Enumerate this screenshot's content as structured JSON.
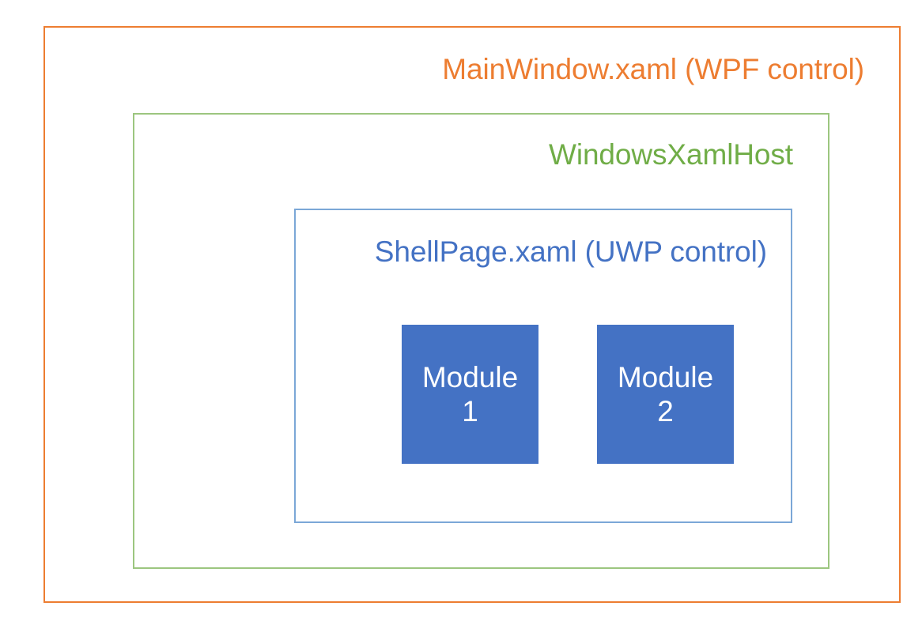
{
  "diagram": {
    "type": "nested-containers",
    "background_color": "#FFFFFF",
    "outer": {
      "label": "MainWindow.xaml (WPF control)",
      "border_color": "#ED7D31",
      "text_color": "#ED7D31"
    },
    "middle": {
      "label": "WindowsXamlHost",
      "border_color": "#9CC67F",
      "text_color": "#70AD47"
    },
    "inner": {
      "label": "ShellPage.xaml (UWP control)",
      "border_color": "#7BA7D7",
      "text_color": "#4472C4"
    },
    "modules": [
      {
        "name_line_1": "Module",
        "name_line_2": "1",
        "fill_color": "#4472C4",
        "text_color": "#FFFFFF"
      },
      {
        "name_line_1": "Module",
        "name_line_2": "2",
        "fill_color": "#4472C4",
        "text_color": "#FFFFFF"
      }
    ]
  }
}
